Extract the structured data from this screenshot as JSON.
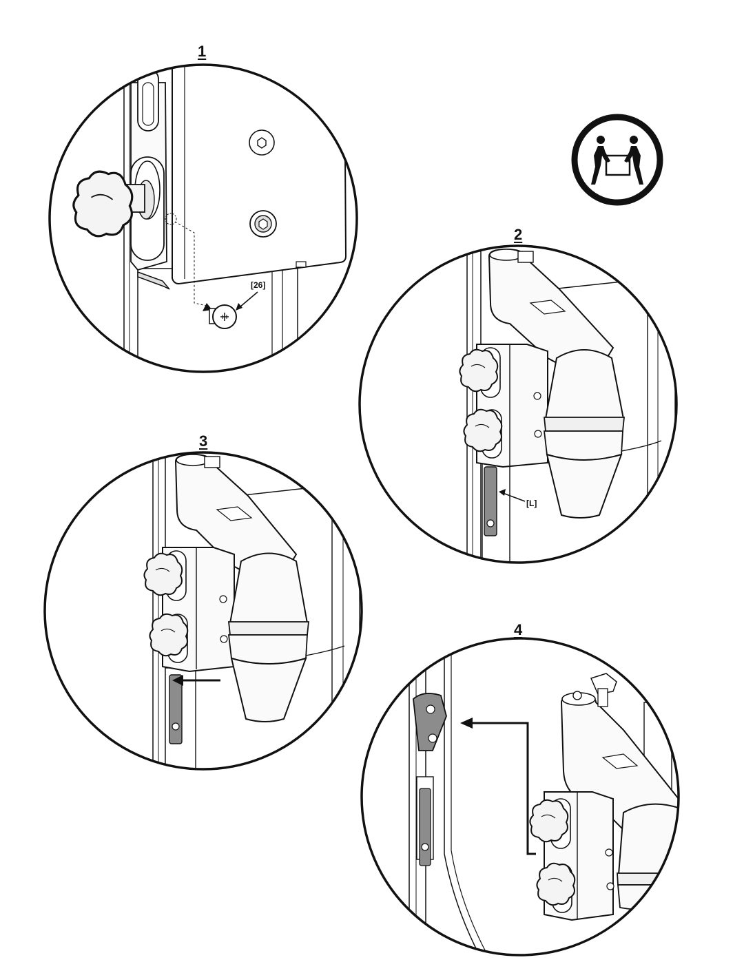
{
  "steps": [
    {
      "number": "1",
      "callouts": [
        "[26]"
      ]
    },
    {
      "number": "2",
      "callouts": [
        "[L]"
      ]
    },
    {
      "number": "3",
      "callouts": []
    },
    {
      "number": "4",
      "callouts": []
    }
  ],
  "icons": {
    "two_person_lift": "two-person-lift-icon"
  },
  "colors": {
    "line": "#111111",
    "fill_light": "#f4f4f4",
    "fill_mid": "#d9d9d9",
    "fill_dark": "#8c8c8c"
  }
}
